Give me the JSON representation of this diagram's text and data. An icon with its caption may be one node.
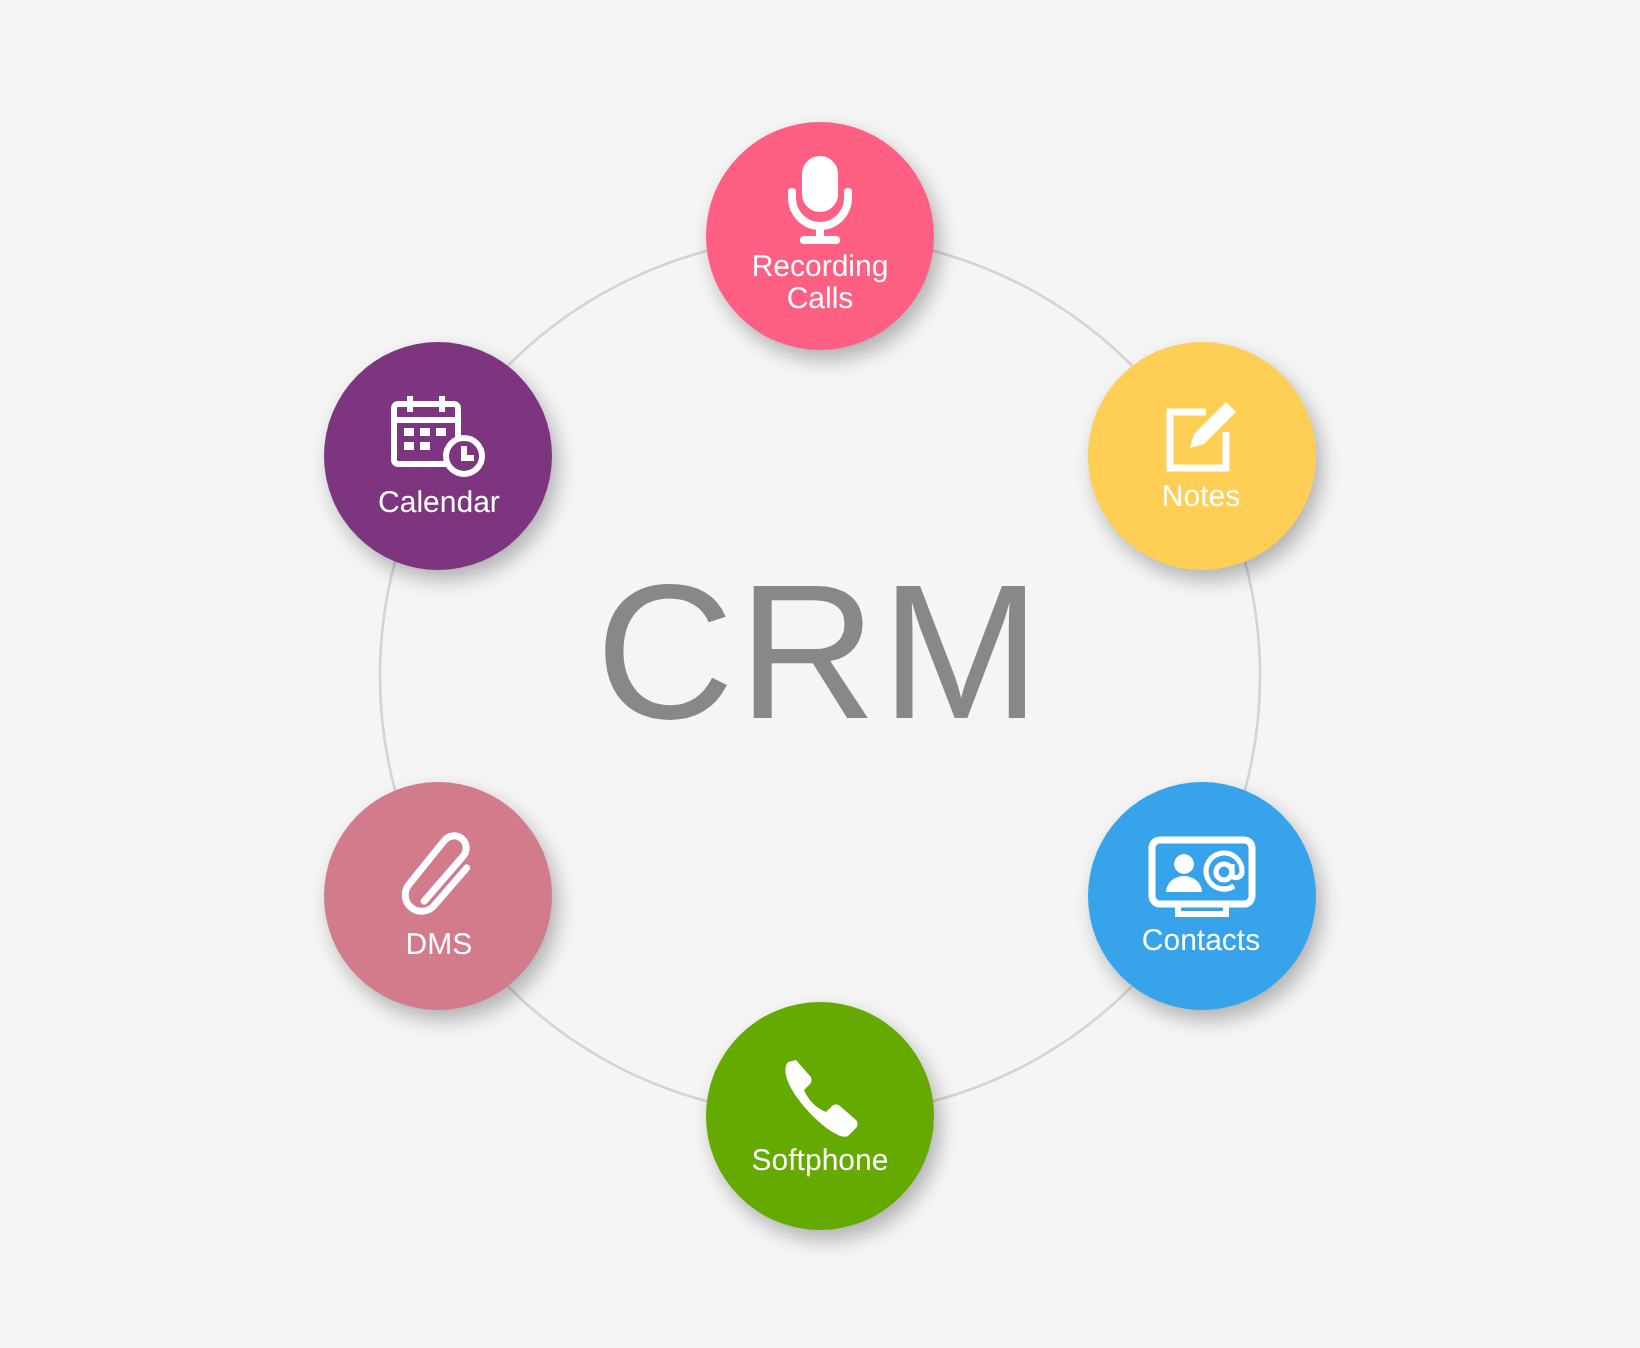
{
  "diagram": {
    "nodes": [
      {
        "text": [
          "Recording Calls"
        ]
      },
      {
        "text": [
          "Calendar"
        ]
      },
      {
        "text": [
          "Notes"
        ]
      },
      {
        "text": [
          "DMS"
        ]
      },
      {
        "text": [
          "Contacts"
        ]
      },
      {
        "text": [
          "Softphone"
        ]
      }
    ],
    "edges": [
      {
        "from": 0,
        "to": 2,
        "arrow": "none"
      },
      {
        "from": 2,
        "to": 4,
        "arrow": "none"
      },
      {
        "from": 4,
        "to": 5,
        "arrow": "none"
      },
      {
        "from": 5,
        "to": 3,
        "arrow": "none"
      },
      {
        "from": 3,
        "to": 1,
        "arrow": "none"
      },
      {
        "from": 1,
        "to": 0,
        "arrow": "none"
      }
    ],
    "labels": [
      "CRM"
    ]
  }
}
